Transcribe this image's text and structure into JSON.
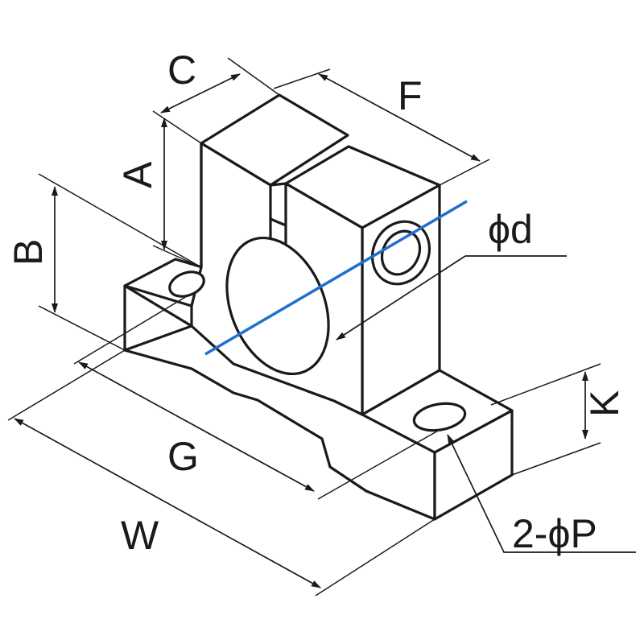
{
  "labels": {
    "A": "A",
    "B": "B",
    "C": "C",
    "F": "F",
    "G": "G",
    "W": "W",
    "K": "K",
    "d": "ϕd",
    "P": "2-ϕP"
  },
  "colors": {
    "outline": "#1a1a1a",
    "axis": "#1f6fd1",
    "background": "#ffffff"
  }
}
